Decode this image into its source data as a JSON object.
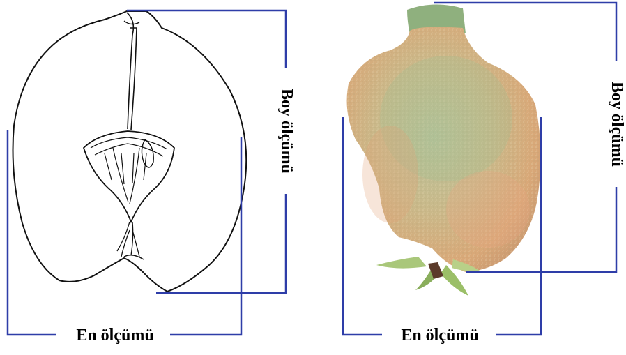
{
  "left_panel": {
    "height_label": "Boy ölçümü",
    "width_label": "En ölçümü"
  },
  "right_panel": {
    "height_label": "Boy ölçümü",
    "width_label": "En ölçümü"
  },
  "colors": {
    "measure_line": "#2e3da8",
    "drawing_ink": "#111111",
    "fruit_fuzz": "#c9b98a",
    "fruit_blush": "#d9a878",
    "fruit_green": "#8fb07e",
    "leaf": "#9bbf68"
  }
}
